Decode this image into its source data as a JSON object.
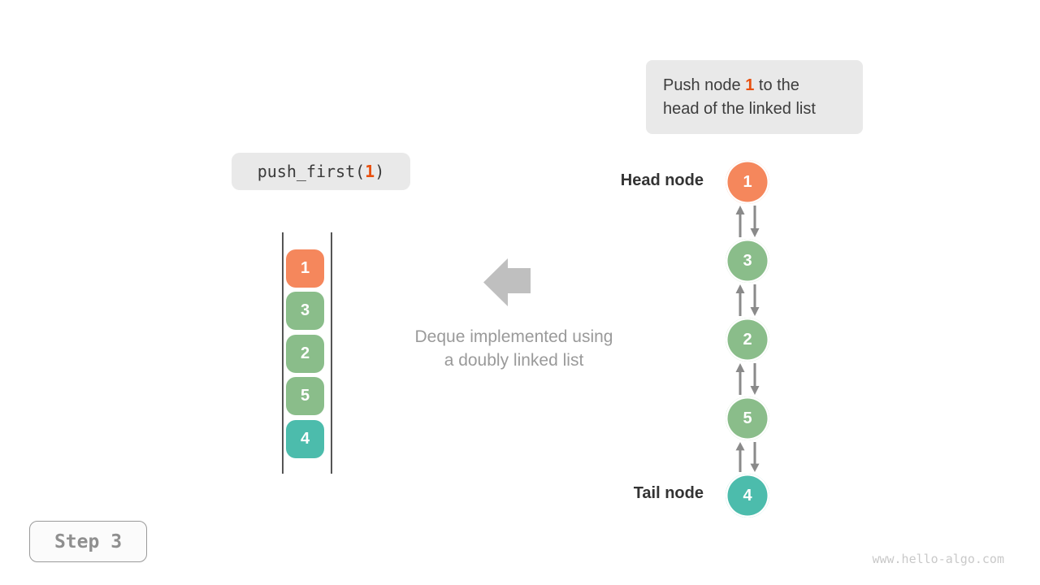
{
  "callout": {
    "text_before": "Push node ",
    "highlight": "1",
    "text_after": " to the\nhead of the linked list"
  },
  "operation": {
    "code_before": "push_first(",
    "highlight": "1",
    "code_after": ")"
  },
  "stack": {
    "items": [
      {
        "value": "1",
        "color": "orange"
      },
      {
        "value": "3",
        "color": "green"
      },
      {
        "value": "2",
        "color": "green"
      },
      {
        "value": "5",
        "color": "green"
      },
      {
        "value": "4",
        "color": "teal"
      }
    ]
  },
  "caption": {
    "line1": "Deque implemented using",
    "line2": "a doubly linked list"
  },
  "linked_list": {
    "head_label": "Head node",
    "tail_label": "Tail node",
    "nodes": [
      {
        "value": "1",
        "color": "orange"
      },
      {
        "value": "3",
        "color": "green"
      },
      {
        "value": "2",
        "color": "green"
      },
      {
        "value": "5",
        "color": "green"
      },
      {
        "value": "4",
        "color": "teal"
      }
    ]
  },
  "step": {
    "label": "Step 3"
  },
  "watermark": {
    "text": "www.hello-algo.com"
  },
  "icons": {
    "block_arrow": "left-block-arrow",
    "pointer_pair": "up-and-down-arrows"
  },
  "colors": {
    "orange": "#F5875C",
    "green": "#8ABD8A",
    "teal": "#4CBCAC",
    "highlight_orange": "#E8500F",
    "box_bg": "#E9E9E9",
    "text_dark": "#3D3D3D",
    "label_dark": "#333333",
    "muted_text": "#9A9A9A",
    "pointer_gray": "#8A8A8A",
    "block_arrow_gray": "#BFBFBF",
    "rail_dark": "#555555",
    "step_text": "#8F8F8F",
    "step_border": "#9A9A9A",
    "watermark_gray": "#C9C9C9"
  }
}
